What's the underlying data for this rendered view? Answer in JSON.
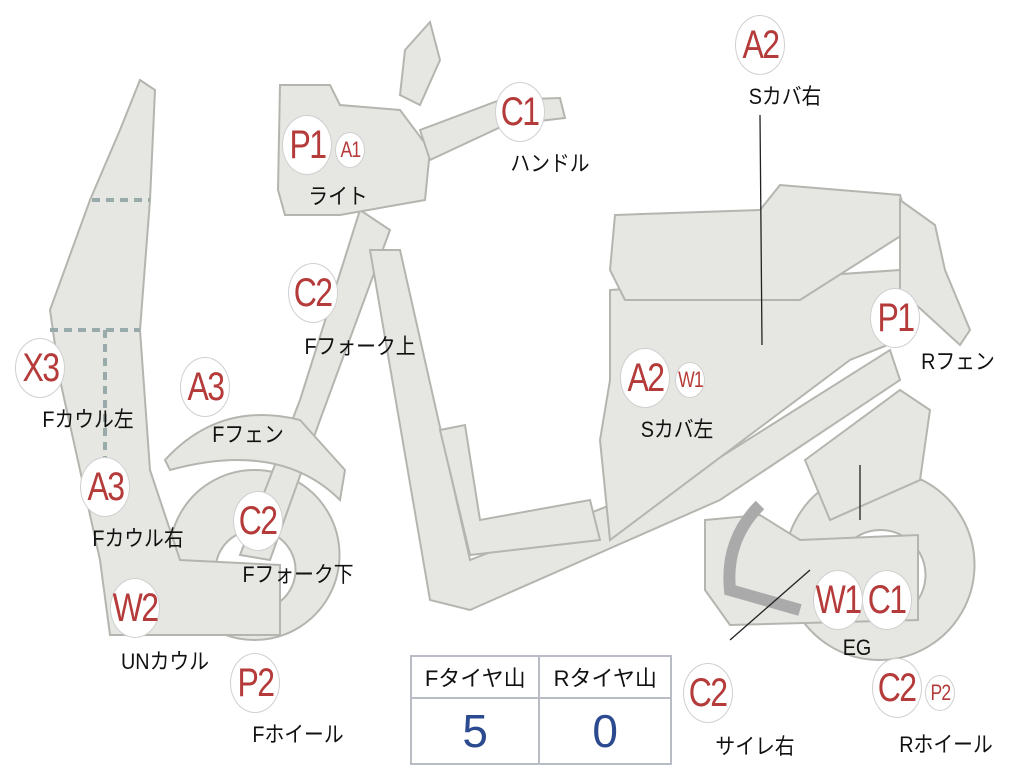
{
  "colors": {
    "badge_text": "#b53a3a",
    "part_fill": "#e6e6e2",
    "value_text": "#2c4a8f"
  },
  "markers": [
    {
      "code": "A2",
      "label": "Sカバ右"
    },
    {
      "code": "C1",
      "label": "ハンドル"
    },
    {
      "code": "P1",
      "extra": "A1",
      "label": "ライト"
    },
    {
      "code": "C2",
      "label": "Fフォーク上"
    },
    {
      "code": "P1",
      "label": "Rフェン"
    },
    {
      "code": "X3",
      "label": "Fカウル左"
    },
    {
      "code": "A3",
      "label": "Fフェン"
    },
    {
      "code": "A2",
      "extra": "W1",
      "label": "Sカバ左"
    },
    {
      "code": "A3",
      "label": "Fカウル右"
    },
    {
      "code": "C2",
      "label": "Fフォーク下"
    },
    {
      "code": "W2",
      "label": "UNカウル"
    },
    {
      "code": "W1",
      "extra": "C1",
      "label": "EG"
    },
    {
      "code": "P2",
      "label": "Fホイール"
    },
    {
      "code": "C2",
      "label": "サイレ右"
    },
    {
      "code": "C2",
      "extra": "P2",
      "label": "Rホイール"
    }
  ],
  "tire_table": {
    "headers": [
      "Fタイヤ山",
      "Rタイヤ山"
    ],
    "values": [
      "5",
      "0"
    ]
  }
}
